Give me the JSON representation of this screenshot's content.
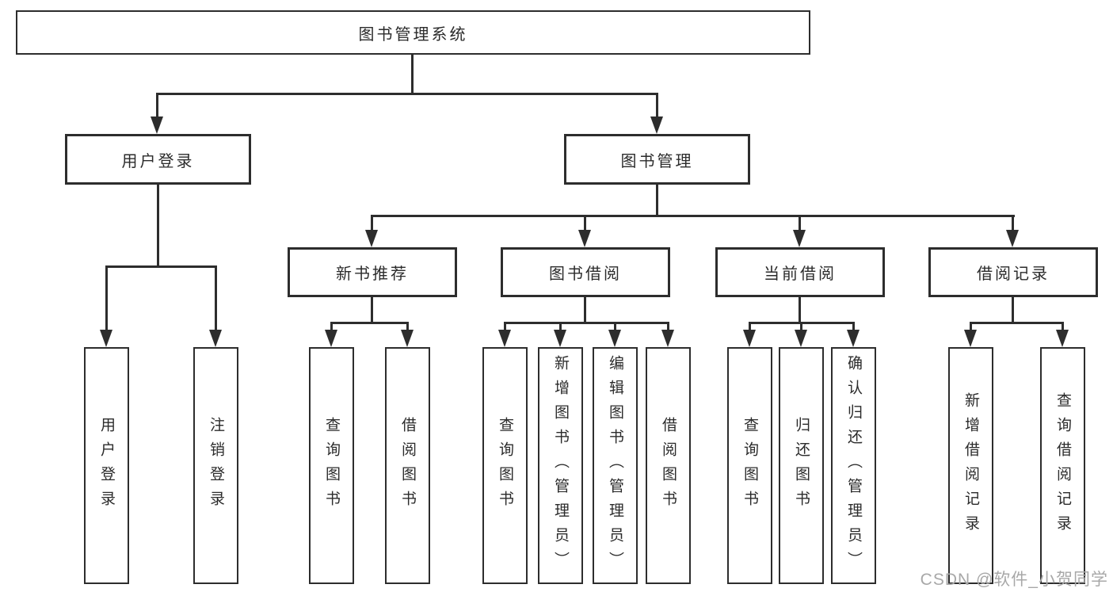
{
  "root": {
    "label": "图书管理系统"
  },
  "level2": [
    {
      "id": "user-login",
      "label": "用户登录",
      "leaves": [
        {
          "label": "用户登录"
        },
        {
          "label": "注销登录"
        }
      ]
    },
    {
      "id": "book-management",
      "label": "图书管理",
      "children": [
        {
          "id": "new-book-recommend",
          "label": "新书推荐",
          "leaves": [
            {
              "label": "查询图书"
            },
            {
              "label": "借阅图书"
            }
          ]
        },
        {
          "id": "book-borrow",
          "label": "图书借阅",
          "leaves": [
            {
              "label": "查询图书"
            },
            {
              "label": "新增图书（管理员）"
            },
            {
              "label": "编辑图书（管理员）"
            },
            {
              "label": "借阅图书"
            }
          ]
        },
        {
          "id": "current-borrow",
          "label": "当前借阅",
          "leaves": [
            {
              "label": "查询图书"
            },
            {
              "label": "归还图书"
            },
            {
              "label": "确认归还（管理员）"
            }
          ]
        },
        {
          "id": "borrow-records",
          "label": "借阅记录",
          "leaves": [
            {
              "label": "新增借阅记录"
            },
            {
              "label": "查询借阅记录"
            }
          ]
        }
      ]
    }
  ],
  "watermark": {
    "text": "CSDN @软件_小贺同学"
  },
  "colors": {
    "line": "#2d2d2d",
    "text": "#2b2b2b",
    "box_fill": "#ffffff",
    "background": "#ffffff",
    "watermark_text": "#a8a8a8"
  }
}
